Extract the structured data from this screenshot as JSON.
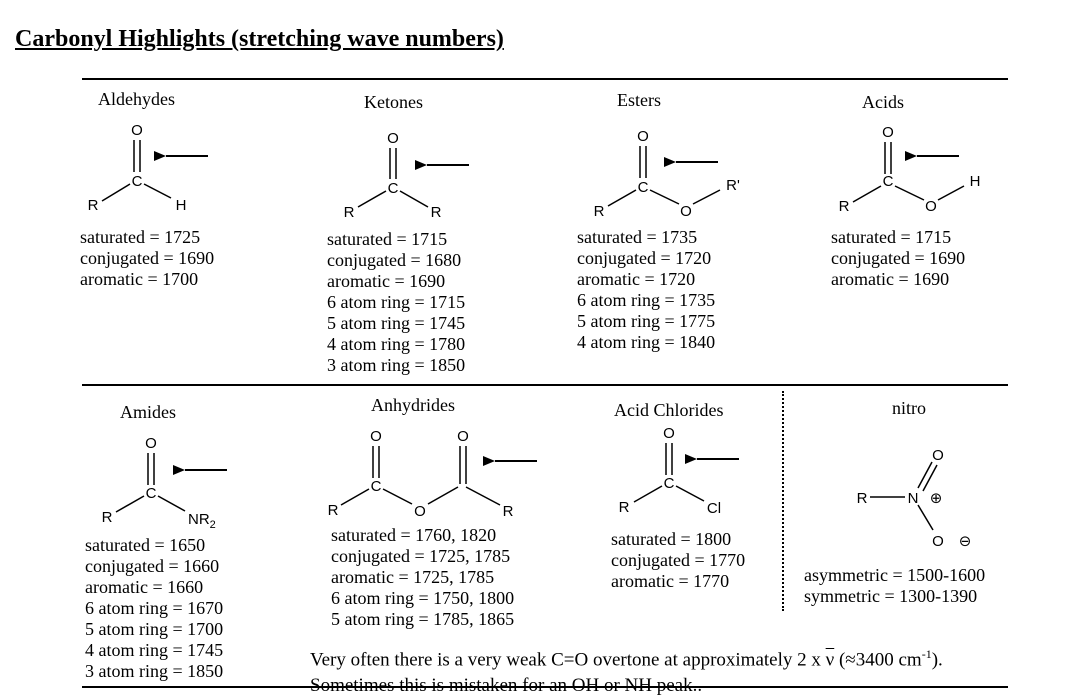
{
  "title": "Carbonyl Highlights (stretching wave numbers)",
  "sections": {
    "aldehydes": {
      "name": "Aldehydes",
      "lines": [
        "saturated = 1725",
        "conjugated = 1690",
        "aromatic = 1700"
      ]
    },
    "ketones": {
      "name": "Ketones",
      "lines": [
        "saturated = 1715",
        "conjugated = 1680",
        "aromatic = 1690",
        "6 atom ring = 1715",
        "5 atom ring = 1745",
        "4 atom ring = 1780",
        "3 atom ring = 1850"
      ]
    },
    "esters": {
      "name": "Esters",
      "lines": [
        "saturated = 1735",
        "conjugated = 1720",
        "aromatic = 1720",
        "6 atom ring = 1735",
        "5 atom ring = 1775",
        "4 atom ring = 1840"
      ]
    },
    "acids": {
      "name": "Acids",
      "lines": [
        "saturated = 1715",
        "conjugated = 1690",
        "aromatic = 1690"
      ]
    },
    "amides": {
      "name": "Amides",
      "lines": [
        "saturated = 1650",
        "conjugated = 1660",
        "aromatic = 1660",
        "6 atom ring = 1670",
        "5 atom ring = 1700",
        "4 atom ring = 1745",
        "3 atom ring = 1850"
      ]
    },
    "anhydrides": {
      "name": "Anhydrides",
      "lines": [
        "saturated = 1760, 1820",
        "conjugated = 1725, 1785",
        "aromatic = 1725, 1785",
        "6 atom ring = 1750, 1800",
        "5 atom ring = 1785, 1865"
      ]
    },
    "acid_chlorides": {
      "name": "Acid Chlorides",
      "lines": [
        "saturated = 1800",
        "conjugated = 1770",
        "aromatic = 1770"
      ]
    },
    "nitro": {
      "name": "nitro",
      "lines": [
        "asymmetric = 1500-1600",
        "symmetric = 1300-1390"
      ]
    }
  },
  "atoms": {
    "O": "O",
    "C": "C",
    "R": "R",
    "H": "H",
    "R_prime": "R'",
    "N": "N",
    "NR": "NR",
    "NR_sub": "2",
    "Cl": "Cl",
    "plus": "⊕",
    "minus": "⊖"
  },
  "note": {
    "line1_a": "Very often there is a very weak C=O overtone at approximately 2 x ",
    "nu": "ν",
    "line1_b": " (≈3400 cm",
    "sup": "-1",
    "line1_c": ").",
    "line2": "Sometimes this is mistaken for an OH or NH peak.."
  }
}
